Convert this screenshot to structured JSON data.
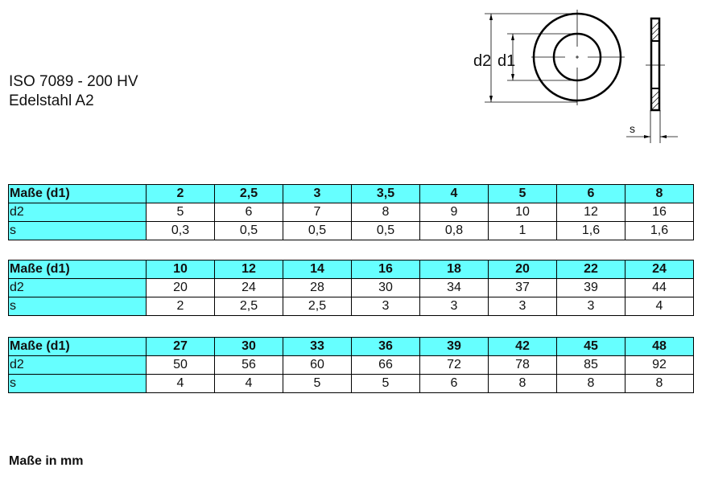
{
  "title": {
    "line1": "ISO 7089 - 200 HV",
    "line2": "Edelstahl A2"
  },
  "drawing": {
    "label_d2": "d2",
    "label_d1": "d1",
    "label_s": "s"
  },
  "colors": {
    "header_fill": "#66ffff",
    "border": "#000000"
  },
  "tables": [
    {
      "header": [
        "Maße (d1)",
        "2",
        "2,5",
        "3",
        "3,5",
        "4",
        "5",
        "6",
        "8"
      ],
      "rows": [
        [
          "d2",
          "5",
          "6",
          "7",
          "8",
          "9",
          "10",
          "12",
          "16"
        ],
        [
          "s",
          "0,3",
          "0,5",
          "0,5",
          "0,5",
          "0,8",
          "1",
          "1,6",
          "1,6"
        ]
      ]
    },
    {
      "header": [
        "Maße (d1)",
        "10",
        "12",
        "14",
        "16",
        "18",
        "20",
        "22",
        "24"
      ],
      "rows": [
        [
          "d2",
          "20",
          "24",
          "28",
          "30",
          "34",
          "37",
          "39",
          "44"
        ],
        [
          "s",
          "2",
          "2,5",
          "2,5",
          "3",
          "3",
          "3",
          "3",
          "4"
        ]
      ]
    },
    {
      "header": [
        "Maße (d1)",
        "27",
        "30",
        "33",
        "36",
        "39",
        "42",
        "45",
        "48"
      ],
      "rows": [
        [
          "d2",
          "50",
          "56",
          "60",
          "66",
          "72",
          "78",
          "85",
          "92"
        ],
        [
          "s",
          "4",
          "4",
          "5",
          "5",
          "6",
          "8",
          "8",
          "8"
        ]
      ]
    }
  ],
  "footer": "Maße in mm"
}
